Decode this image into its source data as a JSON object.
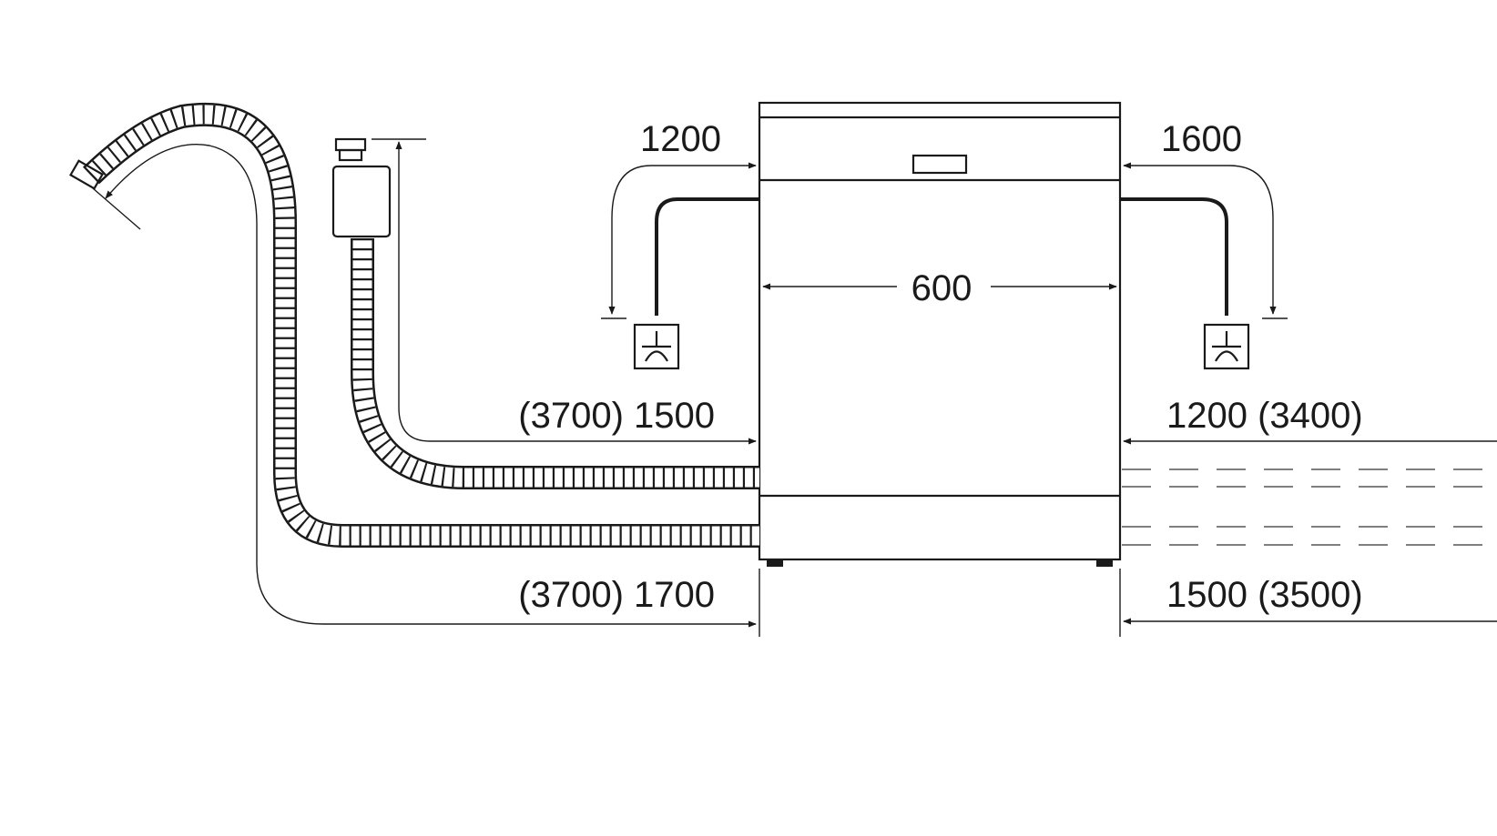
{
  "diagram": {
    "labels": {
      "power_left": "1200",
      "power_right": "1600",
      "width": "600",
      "inlet_left": "(3700) 1500",
      "inlet_right": "1200 (3400)",
      "drain_left": "(3700) 1700",
      "drain_right": "1500 (3500)"
    },
    "colors": {
      "line": "#1a1a1a",
      "background": "#ffffff"
    },
    "icons": [
      "power-socket-icon",
      "water-tap-icon",
      "drain-hose-icon",
      "inlet-hose-icon",
      "dishwasher-icon"
    ]
  }
}
